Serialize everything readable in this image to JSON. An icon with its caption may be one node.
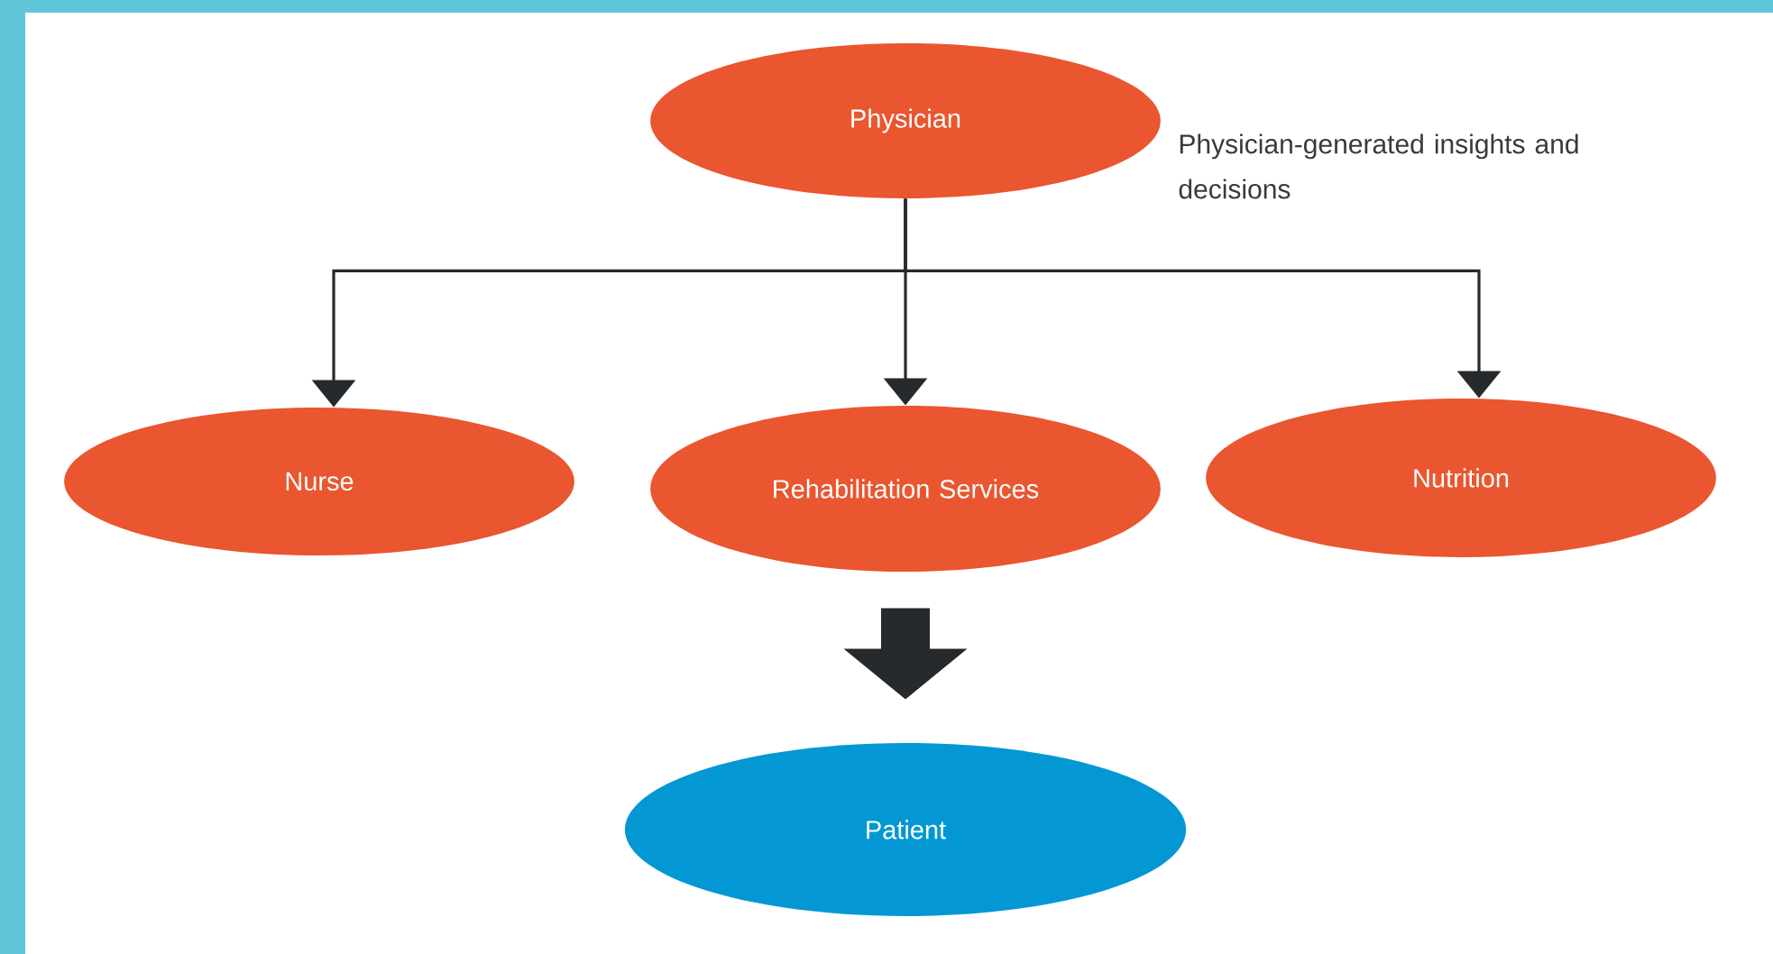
{
  "diagram": {
    "nodes": [
      {
        "text": [
          "Physician"
        ]
      },
      {
        "text": [
          "Nurse"
        ]
      },
      {
        "text": [
          "Rehabilitation Services"
        ]
      },
      {
        "text": [
          "Nutrition"
        ]
      },
      {
        "text": [
          "Patient"
        ]
      }
    ],
    "edges": [
      {
        "from": 0,
        "to": 1,
        "arrow": "to"
      },
      {
        "from": 0,
        "to": 2,
        "arrow": "to"
      },
      {
        "from": 0,
        "to": 3,
        "arrow": "to"
      },
      {
        "from": 2,
        "to": 4,
        "arrow": "to",
        "style": "thick"
      }
    ],
    "labels": [
      "Physician-generated insights and decisions"
    ]
  }
}
